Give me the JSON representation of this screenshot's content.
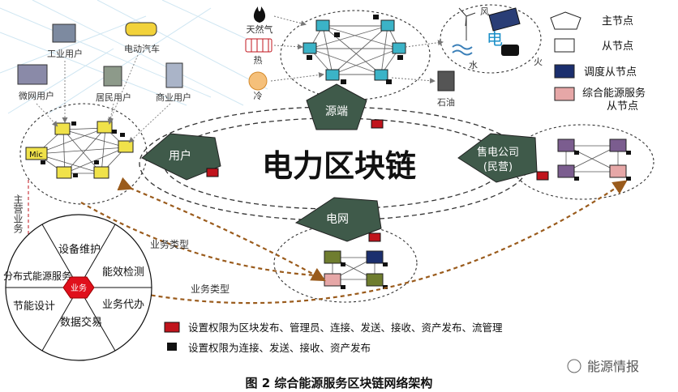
{
  "title": "电力区块链",
  "caption": "图 2  综合能源服务区块链网络架构",
  "watermark": "能源情报",
  "hubs": {
    "source": "源端",
    "user": "用户",
    "grid": "电网",
    "retail_line1": "售电公司",
    "retail_line2": "(民营)"
  },
  "source_icons": {
    "gas": "天然气",
    "heat": "热",
    "cold": "冷",
    "oil": "石油",
    "wind": "风",
    "electric": "电",
    "water": "水",
    "fire": "火"
  },
  "user_icons": {
    "industrial": "工业用户",
    "ev": "电动汽车",
    "microgrid": "微网用户",
    "residential": "居民用户",
    "commercial": "商业用户",
    "mic_box": "Mic"
  },
  "legend": {
    "main_node": "主节点",
    "slave_node": "从节点",
    "dispatch_node": "调度从节点",
    "energy_service_node_line1": "综合能源服务",
    "energy_service_node_line2": "从节点"
  },
  "business": {
    "main_business": "主营业务",
    "business_type_1": "业务类型",
    "business_type_2": "业务类型",
    "center": "业务",
    "sectors": [
      "设备维护",
      "能效检测",
      "业务代办",
      "数据交易",
      "节能设计",
      "分布式能源服务"
    ]
  },
  "permissions": {
    "red_lock": "设置权限为区块发布、管理员、连接、发送、接收、资产发布、流管理",
    "black_lock": "设置权限为连接、发送、接收、资产发布"
  },
  "colors": {
    "hub_fill": "#3f5a4a",
    "yellow_node": "#f0e24a",
    "dispatch_node": "#1b2f6e",
    "service_node": "#e6a7a7",
    "purple_node": "#7b5d8f",
    "olive_node": "#6f7d2f",
    "teal_node": "#3bb3c7",
    "arrow_brown": "#9a5b1c",
    "lock_red": "#c0141c"
  }
}
